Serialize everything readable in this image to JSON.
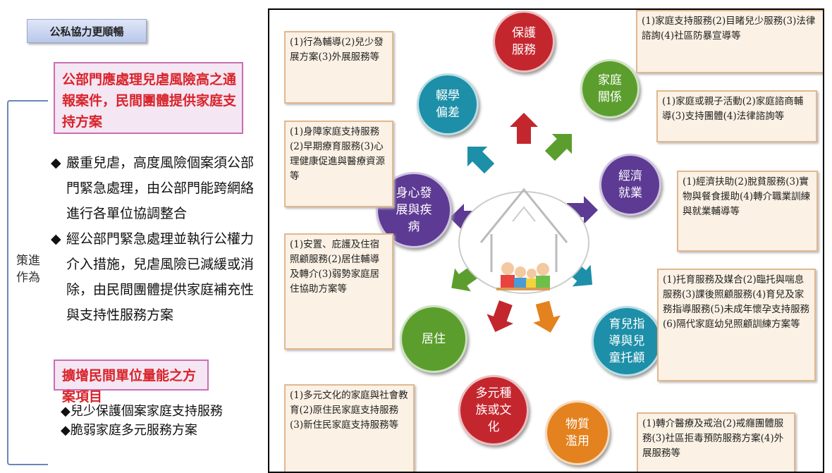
{
  "left_panel": {
    "top_tag": "公私協力更順暢",
    "bracket_label": "策進作為",
    "box1_title": "公部門應處理兒虐風險高之通報案件，民間團體提供家庭支持方案",
    "items": [
      "嚴重兒虐，高度風險個案須公部門緊急處理，由公部門能跨網絡進行各單位協調整合",
      "經公部門緊急處理並執行公權力介入措施，兒虐風險已減緩或消除，由民間團體提供家庭補充性與支持性服務方案"
    ],
    "box2_title": "擴增民間單位量能之方案項目",
    "projects": [
      "兒少保護個案家庭支持服務",
      "脆弱家庭多元服務方案"
    ],
    "bullet": "◆"
  },
  "diagram": {
    "colors": {
      "red": "#c4262e",
      "green": "#5b9e2d",
      "purple": "#5d3a93",
      "teal": "#1d8fa8",
      "orange": "#e3821e",
      "note_bg": "#fbf1e4",
      "note_border": "#e0b891"
    },
    "center_icon": "family-house-icon",
    "circles": [
      {
        "id": "protect",
        "text": "保護\n服務",
        "color": "red"
      },
      {
        "id": "family",
        "text": "家庭\n關係",
        "color": "green"
      },
      {
        "id": "economy",
        "text": "經濟\n就業",
        "color": "purple"
      },
      {
        "id": "childcare",
        "text": "育兒指\n導與兒\n童托顧",
        "color": "teal"
      },
      {
        "id": "substance",
        "text": "物質\n濫用",
        "color": "orange"
      },
      {
        "id": "culture",
        "text": "多元種\n族或文\n化",
        "color": "red"
      },
      {
        "id": "housing",
        "text": "居住",
        "color": "green"
      },
      {
        "id": "health",
        "text": "身心發\n展與疾\n病",
        "color": "purple"
      },
      {
        "id": "dropout",
        "text": "輟學\n偏差",
        "color": "teal"
      }
    ],
    "notes": [
      {
        "id": "protect",
        "text": "(1)家庭支持服務(2)目睹兒少服務(3)法律諮詢(4)社區防暴宣導等"
      },
      {
        "id": "family",
        "text": "(1)家庭或親子活動(2)家庭諮商輔導(3)支持團體(4)法律諮詢等"
      },
      {
        "id": "economy",
        "text": "(1)經濟扶助(2)脫貧服務(3)實物與餐食援助(4)轉介職業訓練與就業輔導等"
      },
      {
        "id": "childcare",
        "text": "(1)托育服務及媒合(2)臨托與喘息服務(3)課後照顧服務(4)育兒及家務指導服務(5)未成年懷孕支持服務(6)隔代家庭幼兒照顧訓練方案等"
      },
      {
        "id": "substance",
        "text": "(1)轉介醫療及戒治(2)戒癮團體服務(3)社區拒毒預防服務方案(4)外展服務等"
      },
      {
        "id": "culture",
        "text": "(1)多元文化的家庭與社會教育(2)原住民家庭支持服務(3)新住民家庭支持服務等"
      },
      {
        "id": "housing",
        "text": "(1)安置、庇護及住宿照顧服務(2)居住輔導及轉介(3)弱勢家庭居住協助方案等"
      },
      {
        "id": "health",
        "text": "(1)身障家庭支持服務(2)早期療育服務(3)心理健康促進與醫療資源等"
      },
      {
        "id": "dropout",
        "text": "(1)行為輔導(2)兒少發展方案(3)外展服務等"
      }
    ]
  }
}
